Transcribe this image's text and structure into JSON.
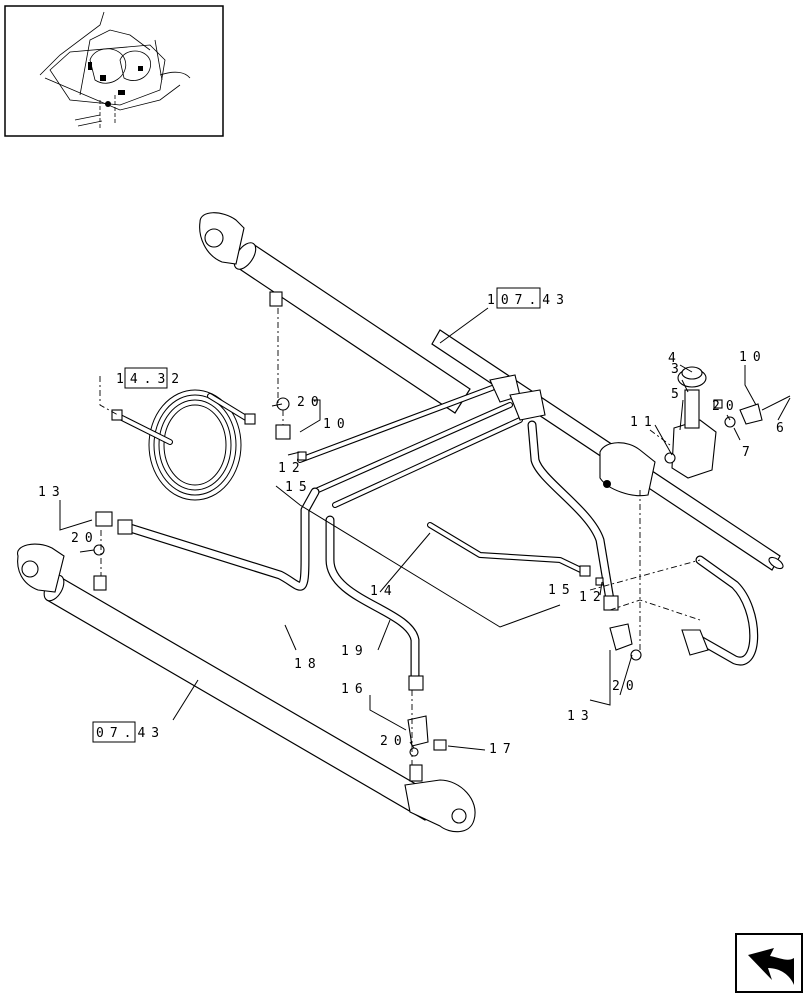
{
  "callouts": {
    "c107_43": "107.43",
    "c14_32": "14.32",
    "c07_43": "07.43",
    "n3": "3",
    "n4": "4",
    "n5": "5",
    "n6": "6",
    "n7": "7",
    "n10a": "10",
    "n10b": "10",
    "n11": "11",
    "n12a": "12",
    "n12b": "12",
    "n13a": "13",
    "n13b": "13",
    "n14": "14",
    "n15a": "15",
    "n15b": "15",
    "n16": "16",
    "n17": "17",
    "n18": "18",
    "n19": "19",
    "n20a": "20",
    "n20b": "20",
    "n20c": "20",
    "n20d": "20",
    "n20e": "20"
  },
  "icons": {
    "thumbnail": "overview-thumbnail",
    "nav": "next-page-arrow-icon"
  }
}
